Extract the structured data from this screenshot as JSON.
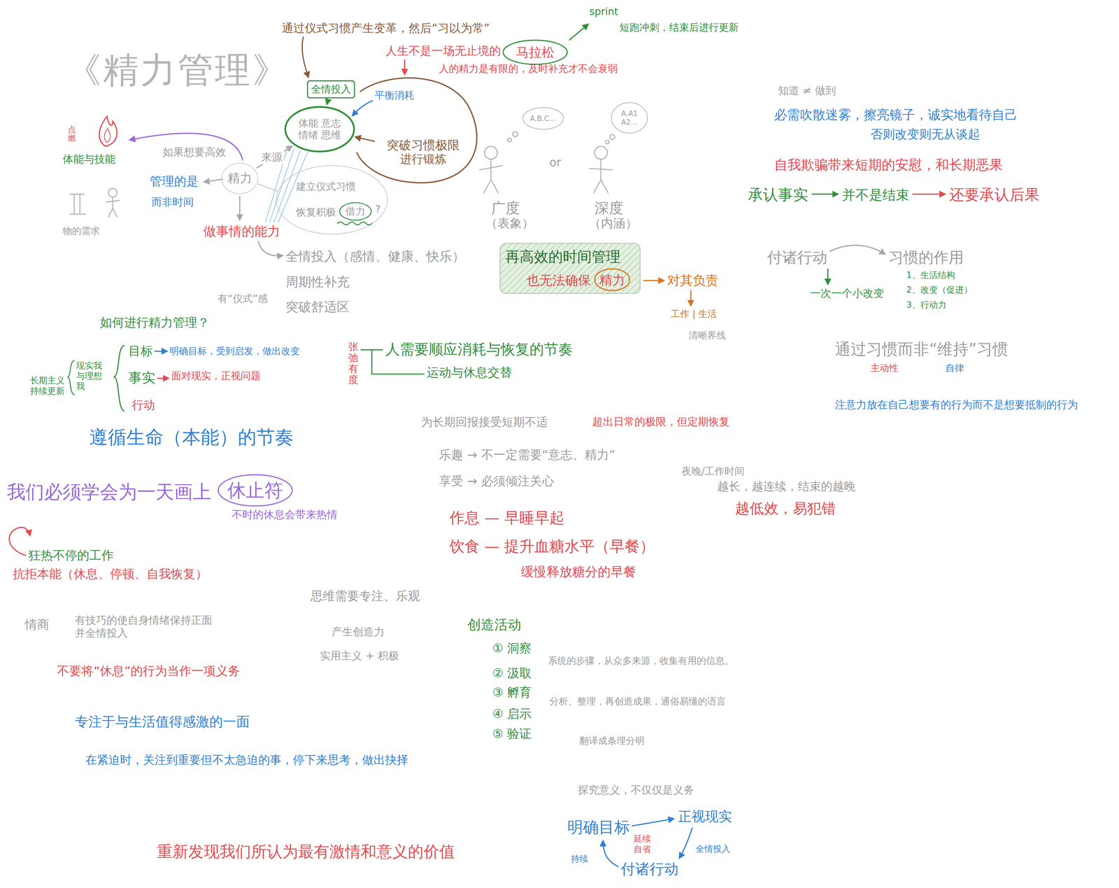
{
  "diagram": {
    "title": "《精力管理》",
    "nodes": [
      {
        "text": [
          "全情投入"
        ]
      },
      {
        "text": [
          "马拉松"
        ]
      },
      {
        "text": [
          "体能 意志 情绪 思维"
        ]
      },
      {
        "text": [
          "突破习惯极限",
          "进行锻炼"
        ]
      },
      {
        "text": [
          "精力"
        ]
      },
      {
        "text": [
          "借力"
        ]
      },
      {
        "text": [
          "再高效的时间管理",
          "也无法确保"
        ]
      },
      {
        "text": [
          "精力"
        ],
        "in": 6
      },
      {
        "text": [
          "休止符"
        ]
      },
      {
        "text": [
          "A.B.C…"
        ]
      },
      {
        "text": [
          "A.A1 A2…"
        ]
      }
    ],
    "edges": [
      {
        "from": 4,
        "to": 2,
        "label": "来源",
        "arrow": "to"
      },
      {
        "from": 3,
        "to": 2,
        "arrow": "to"
      },
      {
        "from": 0,
        "to": 2,
        "arrow": "to"
      }
    ],
    "labels": [
      "通过仪式习惯产生变革，然后“习以为常”",
      "人生不是一场无止境的",
      "人的精力是有限的，及时补充才不会衰弱",
      "sprint",
      "短跑冲刺，结束后进行更新",
      "平衡消耗",
      "点燃",
      "体能与技能",
      "如果想要高效",
      "管理的是",
      "而非时间",
      "物的需求",
      "做事情的能力",
      "建立仪式习惯",
      "恢复积极",
      "?",
      "全情投入（感情、健康、快乐）",
      "周期性补充",
      "突破舒适区",
      "有“仪式”感",
      "如何进行精力管理？",
      "目标",
      "明确目标，受到启发，做出改变",
      "事实",
      "面对现实，正视问题",
      "行动",
      "现实我与理想我",
      "长期主义 持续更新",
      "遵循生命（本能）的节奏",
      "我们必须学会为一天画上",
      "不时的休息会带来热情",
      "狂热不停的工作",
      "抗拒本能（休息、停顿、自我恢复）",
      "情商",
      "有技巧的使自身情绪保持正面 并全情投入",
      "不要将“休息”的行为当作一项义务",
      "专注于与生活值得感激的一面",
      "在紧迫时，关注到重要但不太急迫的事，停下来思考，做出抉择",
      "重新发现我们所认为最有激情和意义的价值",
      "张弛有度",
      "人需要顺应消耗与恢复的节奏",
      "运动与休息交替",
      "为长期回报接受短期不适",
      "超出日常的极限，但定期恢复",
      "乐趣 → 不一定需要“意志、精力”",
      "享受 → 必须倾注关心",
      "作息 — 早睡早起",
      "饮食 — 提升血糖水平（早餐）",
      "缓慢释放糖分的早餐",
      "思维需要专注、乐观",
      "产生创造力",
      "实用主义 + 积极",
      "创造活动",
      "① 洞察",
      "② 汲取",
      "系统的步骤，从众多来源，收集有用的信息。",
      "③ 孵育",
      "④ 启示",
      "分析、整理，再创造成果，通俗易懂的语言",
      "⑤ 验证",
      "翻译成条理分明",
      "探究意义，不仅仅是义务",
      "明确目标",
      "正视现实",
      "付诸行动",
      "持续",
      "全情投入",
      "延续 自省",
      "广度",
      "（表象）",
      "深度",
      "（内涵）",
      "or",
      "对其负责",
      "工作 | 生活",
      "清晰界线",
      "知道 ≠ 做到",
      "必需吹散迷雾，擦亮镜子，诚实地看待自己",
      "否则改变则无从谈起",
      "自我欺骗带来短期的安慰，和长期恶果",
      "承认事实",
      "并不是结束",
      "还要承认后果",
      "付诸行动",
      "习惯的作用",
      "一次一个小改变",
      "1、生活结构",
      "2、改变（促进）",
      "3、行动力",
      "通过习惯而非“维持”习惯",
      "主动性",
      "自律",
      "注意力放在自己想要有的行为而不是想要抵制的行为",
      "夜晚/工作时间",
      "越长，越连续，结束的越晚",
      "越低效，易犯错"
    ]
  }
}
